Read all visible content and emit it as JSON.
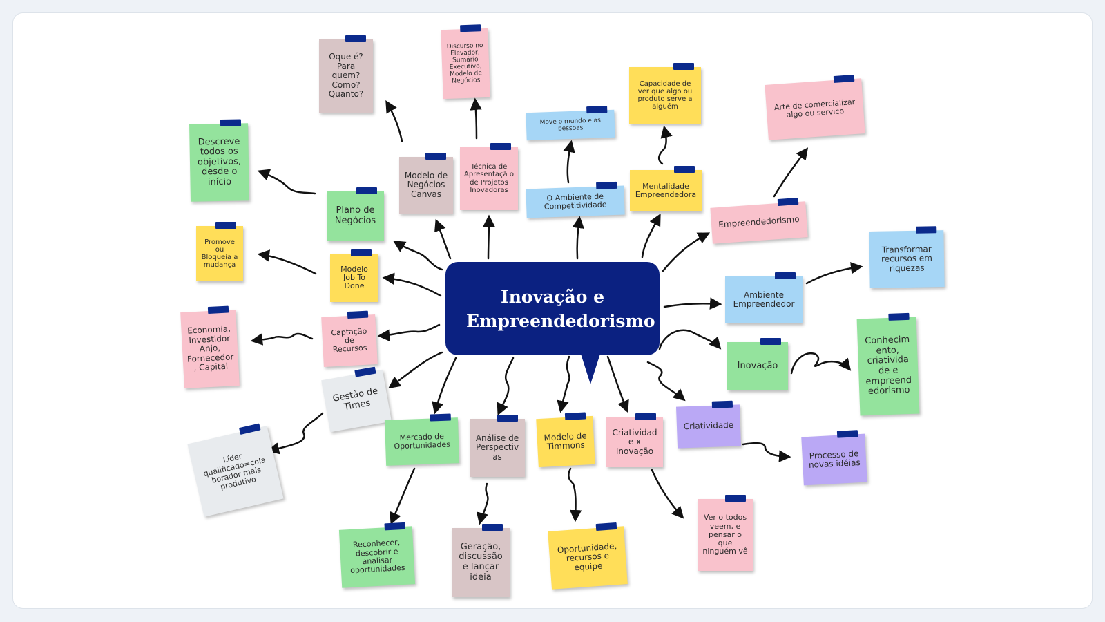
{
  "center": {
    "title": "Inovação e Empreendedorismo",
    "color": "#0b2181"
  },
  "notes": {
    "oque_e": "Oque é? Para quem? Como? Quanto?",
    "discurso": "Discurso no Elevador, Sumário Executivo, Modelo de Negócios",
    "descreve": "Descreve todos os objetivos, desde o início",
    "modelo_canvas": "Modelo de Negócios Canvas",
    "tecnica": "Técnica de Apresentaçã o de Projetos Inovadoras",
    "move_mundo": "Move o mundo e as pessoas",
    "capacidade": "Capacidade de ver que algo ou produto serve a alguém",
    "arte": "Arte de comercializar algo ou serviço",
    "plano": "Plano de Negócios",
    "ambiente_comp": "O Ambiente de Competitividade",
    "mentalidade": "Mentalidade Empreendedora",
    "empreendedorismo": "Empreendedorismo",
    "promove": "Promove ou Bloqueia a mudança",
    "jtbd": "Modelo Job To Done",
    "transformar": "Transformar recursos em riquezas",
    "ambiente_emp": "Ambiente Empreendedor",
    "economia": "Economia, Investidor Anjo, Fornecedor, Capital",
    "captacao": "Captação de Recursos",
    "conhecimento": "Conhecim ento, criativida de e empreend edorismo",
    "inovacao": "Inovação",
    "gestao": "Gestão de Times",
    "lider": "Líder qualificado=cola borador mais produtivo",
    "mercado": "Mercado de Oportunidades",
    "analise": "Análise de Perspectivas",
    "timmons": "Modelo de Timmons",
    "cri_ino": "Criatividade x Inovação",
    "criatividade": "Criatividade",
    "processo": "Processo de novas idéias",
    "reconhecer": "Reconhecer, descobrir e analisar oportunidades",
    "geracao": "Geração, discussão e lançar ideia",
    "oportunidade": "Oportunidade, recursos e equipe",
    "ver_todos": "Ver o todos veem, e pensar o que ninguém vê"
  },
  "colors": {
    "pink": "#f9c2cc",
    "green": "#94e39d",
    "yellow": "#ffde59",
    "blue": "#a6d6f6",
    "mauve": "#d8c5c6",
    "gray": "#e8ebee",
    "purple": "#baa8f5",
    "tape": "#0b2a8c"
  }
}
